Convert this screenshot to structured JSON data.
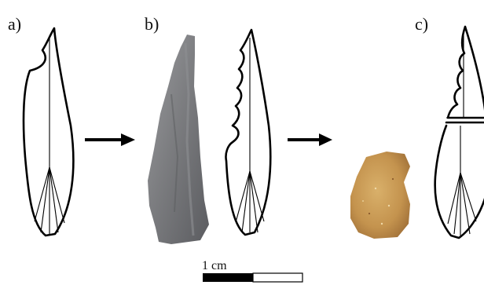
{
  "labels": {
    "a": "a)",
    "b": "b)",
    "c": "c)"
  },
  "scale_bar": {
    "label": "1 cm"
  },
  "colors": {
    "outline": "#000000",
    "stone_gray": "#7e7f82",
    "stone_ochre": "#c79a55"
  }
}
